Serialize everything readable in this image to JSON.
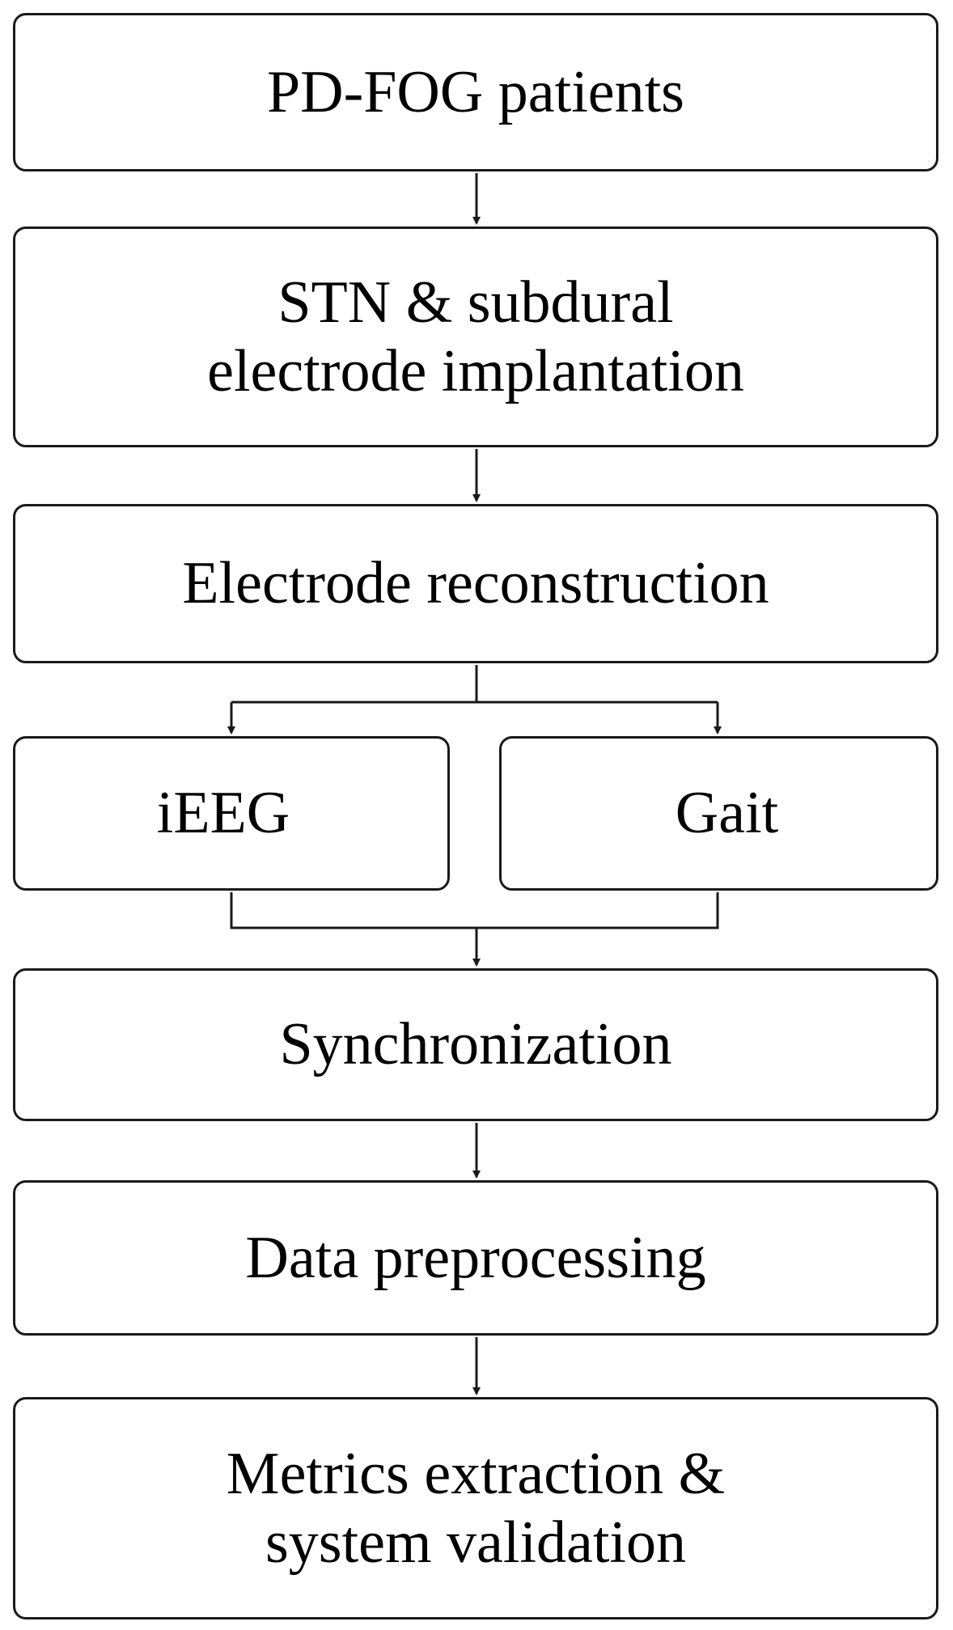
{
  "diagram": {
    "nodes": {
      "patients": {
        "label": "PD-FOG patients"
      },
      "implantation": {
        "lines": [
          "STN & subdural",
          "electrode implantation"
        ]
      },
      "reconstruction": {
        "label": "Electrode reconstruction"
      },
      "ieeg": {
        "label": "iEEG"
      },
      "gait": {
        "label": "Gait"
      },
      "synchronization": {
        "label": "Synchronization"
      },
      "preprocessing": {
        "label": "Data preprocessing"
      },
      "metrics": {
        "lines": [
          "Metrics extraction &",
          "system validation"
        ]
      }
    },
    "edges": [
      {
        "from": "patients",
        "to": "implantation"
      },
      {
        "from": "implantation",
        "to": "reconstruction"
      },
      {
        "from": "reconstruction",
        "to": "ieeg"
      },
      {
        "from": "reconstruction",
        "to": "gait"
      },
      {
        "from": "ieeg",
        "to": "synchronization"
      },
      {
        "from": "gait",
        "to": "synchronization"
      },
      {
        "from": "synchronization",
        "to": "preprocessing"
      },
      {
        "from": "preprocessing",
        "to": "metrics"
      }
    ]
  }
}
